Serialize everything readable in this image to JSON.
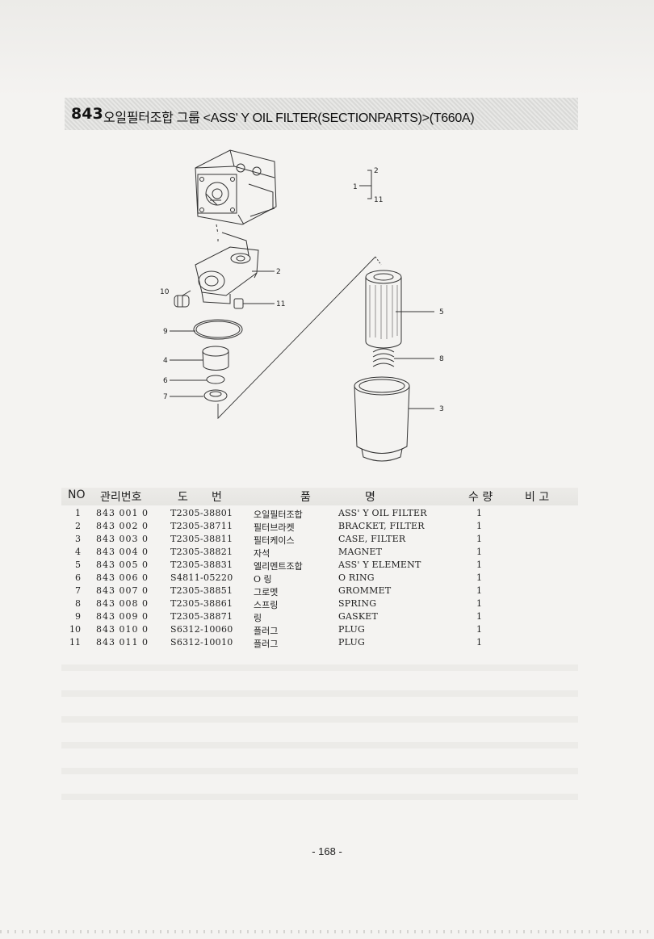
{
  "header": {
    "section_number": "843",
    "title": "오일필터조합 그룹 <ASS' Y OIL FILTER(SECTIONPARTS)>(T660A)"
  },
  "diagram": {
    "callouts": {
      "group_root": "1",
      "group_top": "2",
      "group_bottom": "11",
      "c2": "2",
      "c10": "10",
      "c11": "11",
      "c9": "9",
      "c4": "4",
      "c6": "6",
      "c7": "7",
      "c5": "5",
      "c8": "8",
      "c3": "3"
    }
  },
  "table": {
    "headers": {
      "no": "NO",
      "mgmt": "관리번호",
      "dwg_1": "도",
      "dwg_2": "번",
      "name_1": "품",
      "name_2": "명",
      "qty": "수 량",
      "remark": "비  고"
    },
    "rows": [
      {
        "no": "1",
        "mgmt": "843 001 0",
        "dwg": "T2305-38801",
        "ko": "오일필터조합",
        "en": "ASS' Y OIL FILTER",
        "qty": "1"
      },
      {
        "no": "2",
        "mgmt": "843 002 0",
        "dwg": "T2305-38711",
        "ko": "필터브라켓",
        "en": "BRACKET, FILTER",
        "qty": "1"
      },
      {
        "no": "3",
        "mgmt": "843 003 0",
        "dwg": "T2305-38811",
        "ko": "필터케이스",
        "en": "CASE, FILTER",
        "qty": "1"
      },
      {
        "no": "4",
        "mgmt": "843 004 0",
        "dwg": "T2305-38821",
        "ko": "자석",
        "en": "MAGNET",
        "qty": "1"
      },
      {
        "no": "5",
        "mgmt": "843 005 0",
        "dwg": "T2305-38831",
        "ko": "엘리멘트조합",
        "en": "ASS' Y ELEMENT",
        "qty": "1"
      },
      {
        "no": "6",
        "mgmt": "843 006 0",
        "dwg": "S4811-05220",
        "ko": "O 링",
        "en": "O RING",
        "qty": "1"
      },
      {
        "no": "7",
        "mgmt": "843 007 0",
        "dwg": "T2305-38851",
        "ko": "그로멧",
        "en": "GROMMET",
        "qty": "1"
      },
      {
        "no": "8",
        "mgmt": "843 008 0",
        "dwg": "T2305-38861",
        "ko": "스프링",
        "en": "SPRING",
        "qty": "1"
      },
      {
        "no": "9",
        "mgmt": "843 009 0",
        "dwg": "T2305-38871",
        "ko": "링",
        "en": "GASKET",
        "qty": "1"
      },
      {
        "no": "10",
        "mgmt": "843 010 0",
        "dwg": "S6312-10060",
        "ko": "플러그",
        "en": "PLUG",
        "qty": "1"
      },
      {
        "no": "11",
        "mgmt": "843 011 0",
        "dwg": "S6312-10010",
        "ko": "플러그",
        "en": "PLUG",
        "qty": "1"
      }
    ]
  },
  "footer": {
    "page_number": "- 168 -"
  }
}
